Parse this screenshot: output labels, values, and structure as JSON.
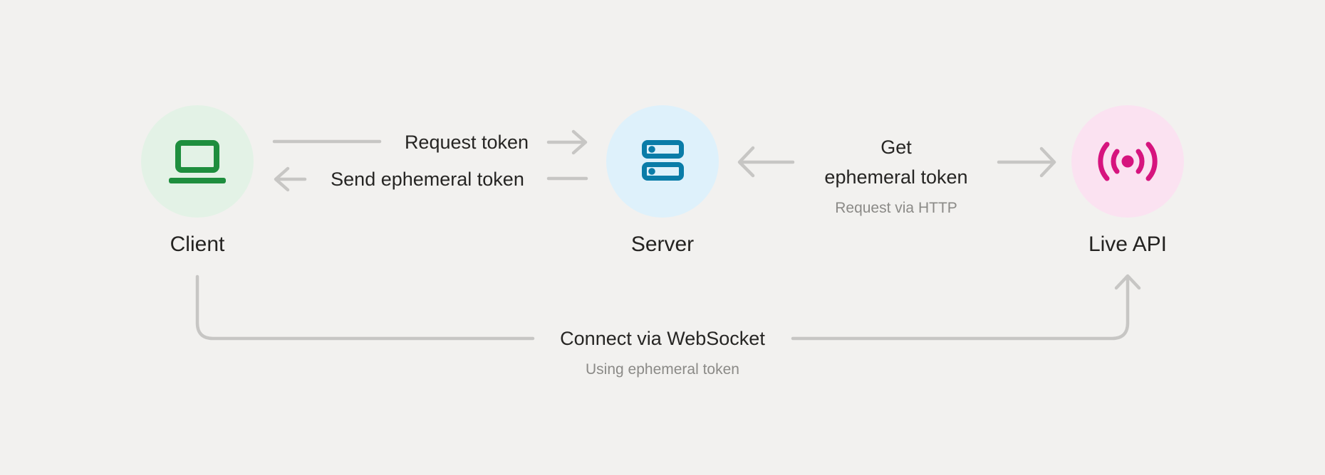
{
  "canvas": {
    "background_color": "#f2f1ef",
    "connector_color": "#c7c6c4",
    "text_color": "#262523",
    "subtext_color": "#8b8a87"
  },
  "nodes": [
    {
      "label": "Client",
      "icon": "laptop-icon",
      "icon_color": "#1e8e3e",
      "circle_color": "#e3f2e6"
    },
    {
      "label": "Server",
      "icon": "server-stack-icon",
      "icon_color": "#0a7ca8",
      "circle_color": "#def1fb"
    },
    {
      "label": "Live API",
      "icon": "live-broadcast-icon",
      "icon_color": "#d6147e",
      "circle_color": "#fbe2f1"
    }
  ],
  "edges": {
    "request_token": {
      "label": "Request token"
    },
    "send_ephemeral_token": {
      "label": "Send ephemeral token"
    },
    "get_ephemeral_token": {
      "label_line1": "Get",
      "label_line2": "ephemeral token",
      "sublabel": "Request via HTTP"
    },
    "connect_websocket": {
      "label": "Connect via WebSocket",
      "sublabel": "Using ephemeral token"
    }
  }
}
